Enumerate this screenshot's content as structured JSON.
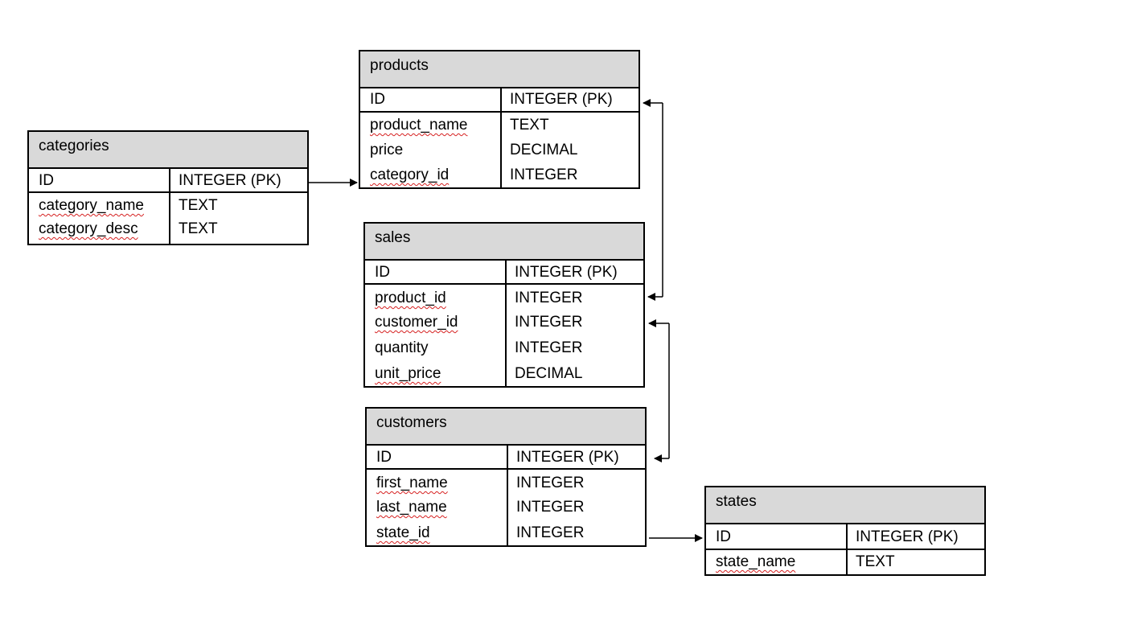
{
  "entities": {
    "products": {
      "title": "products",
      "pk": {
        "name": "ID",
        "type": "INTEGER (PK)"
      },
      "fields": [
        {
          "name": "product_name",
          "type": "TEXT"
        },
        {
          "name": "price",
          "type": "DECIMAL"
        },
        {
          "name": "category_id",
          "type": "INTEGER"
        }
      ]
    },
    "categories": {
      "title": "categories",
      "pk": {
        "name": "ID",
        "type": "INTEGER (PK)"
      },
      "fields": [
        {
          "name": "category_name",
          "type": "TEXT"
        },
        {
          "name": "category_desc",
          "type": "TEXT"
        }
      ]
    },
    "sales": {
      "title": "sales",
      "pk": {
        "name": "ID",
        "type": "INTEGER (PK)"
      },
      "fields": [
        {
          "name": "product_id",
          "type": "INTEGER"
        },
        {
          "name": "customer_id",
          "type": "INTEGER"
        },
        {
          "name": "quantity",
          "type": "INTEGER"
        },
        {
          "name": "unit_price",
          "type": "DECIMAL"
        }
      ]
    },
    "customers": {
      "title": "customers",
      "pk": {
        "name": "ID",
        "type": "INTEGER (PK)"
      },
      "fields": [
        {
          "name": "first_name",
          "type": "INTEGER"
        },
        {
          "name": "last_name",
          "type": "INTEGER"
        },
        {
          "name": "state_id",
          "type": "INTEGER"
        }
      ]
    },
    "states": {
      "title": "states",
      "pk": {
        "name": "ID",
        "type": "INTEGER (PK)"
      },
      "fields": [
        {
          "name": "state_name",
          "type": "TEXT"
        }
      ]
    }
  },
  "colors": {
    "header_fill": "#d9d9d9",
    "border": "#000000",
    "spellcheck_underline": "#d62020"
  }
}
